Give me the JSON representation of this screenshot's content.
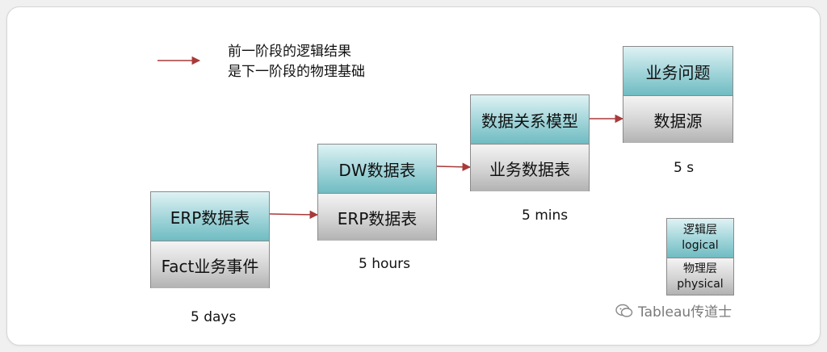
{
  "legend": {
    "line1": "前一阶段的逻辑结果",
    "line2": "是下一阶段的物理基础"
  },
  "stages": [
    {
      "logical": "ERP数据表",
      "physical": "Fact业务事件",
      "time": "5 days"
    },
    {
      "logical": "DW数据表",
      "physical": "ERP数据表",
      "time": "5 hours"
    },
    {
      "logical": "数据关系模型",
      "physical": "业务数据表",
      "time": "5 mins"
    },
    {
      "logical": "业务问题",
      "physical": "数据源",
      "time": "5 s"
    }
  ],
  "layer_key": {
    "logical_cn": "逻辑层",
    "logical_en": "logical",
    "physical_cn": "物理层",
    "physical_en": "physical"
  },
  "watermark": "Tableau传道士",
  "colors": {
    "arrow": "#a83a3a",
    "logical_layer": "#9fd4d9",
    "physical_layer": "#d3d3d3"
  }
}
